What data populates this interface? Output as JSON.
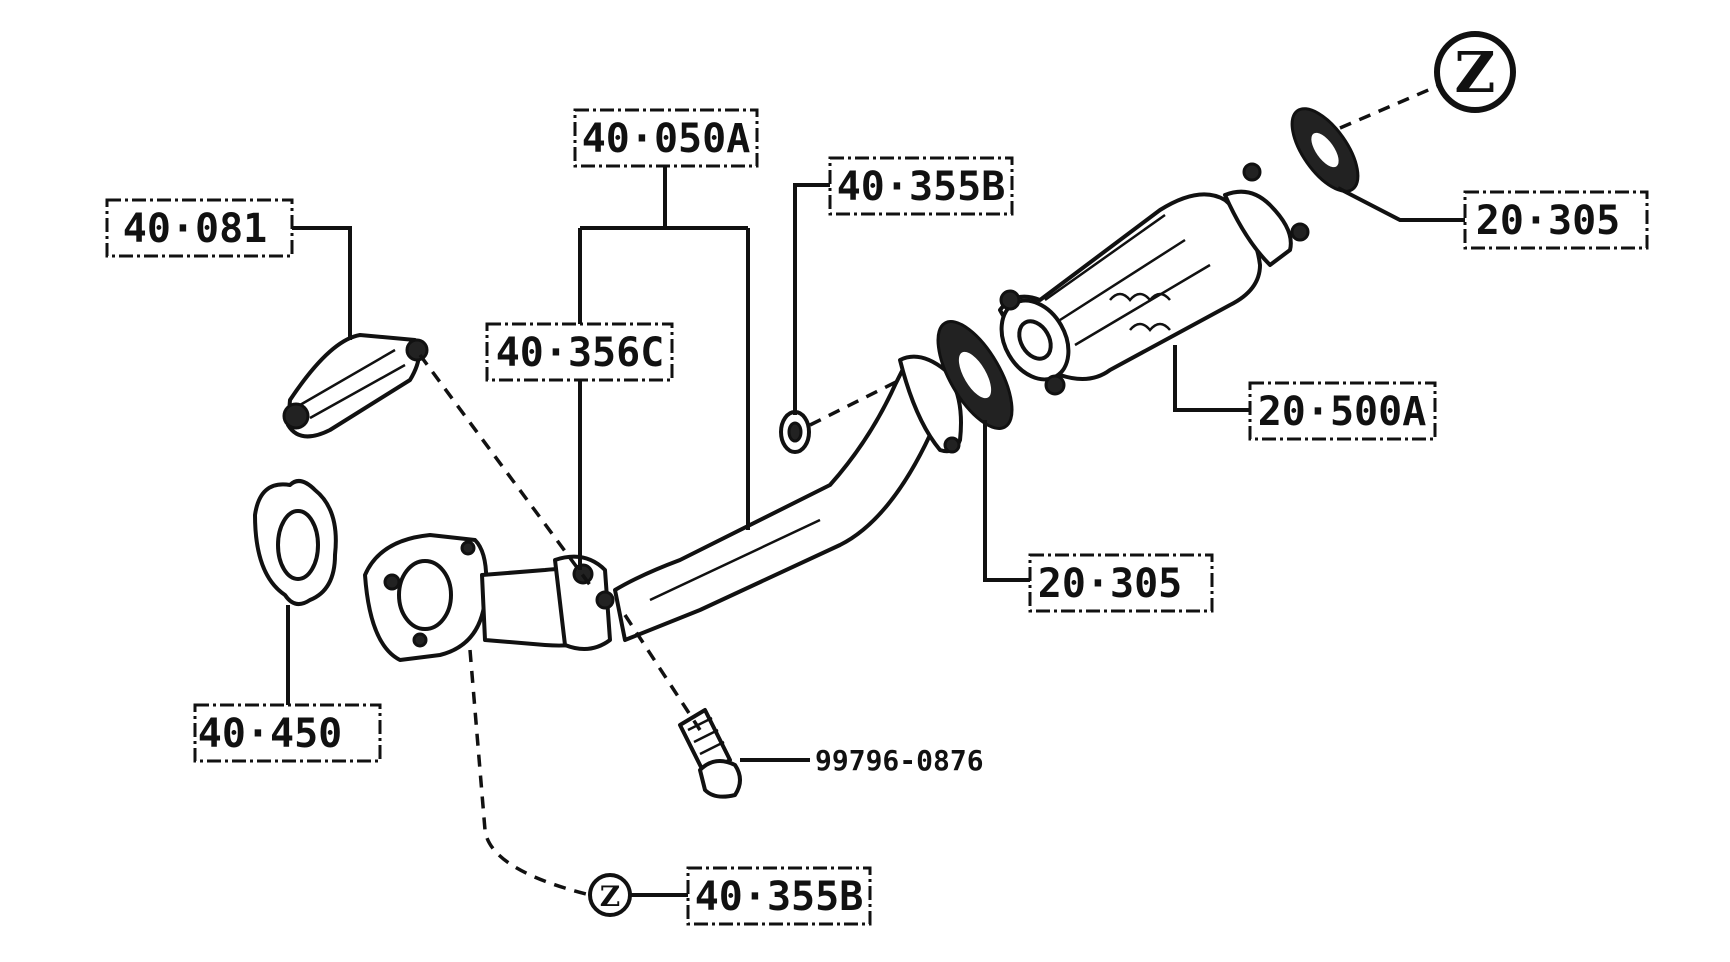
{
  "labels": {
    "p40_050A": "40·050A",
    "p40_355B_top": "40·355B",
    "p40_081": "40·081",
    "p40_356C": "40·356C",
    "p20_305_right": "20·305",
    "p20_500A": "20·500A",
    "p20_305_mid": "20·305",
    "p40_450": "40·450",
    "p99796": "99796-0876",
    "p40_355B_bottom": "40·355B",
    "callout_z": "Z",
    "callout_z_small": "Z"
  }
}
